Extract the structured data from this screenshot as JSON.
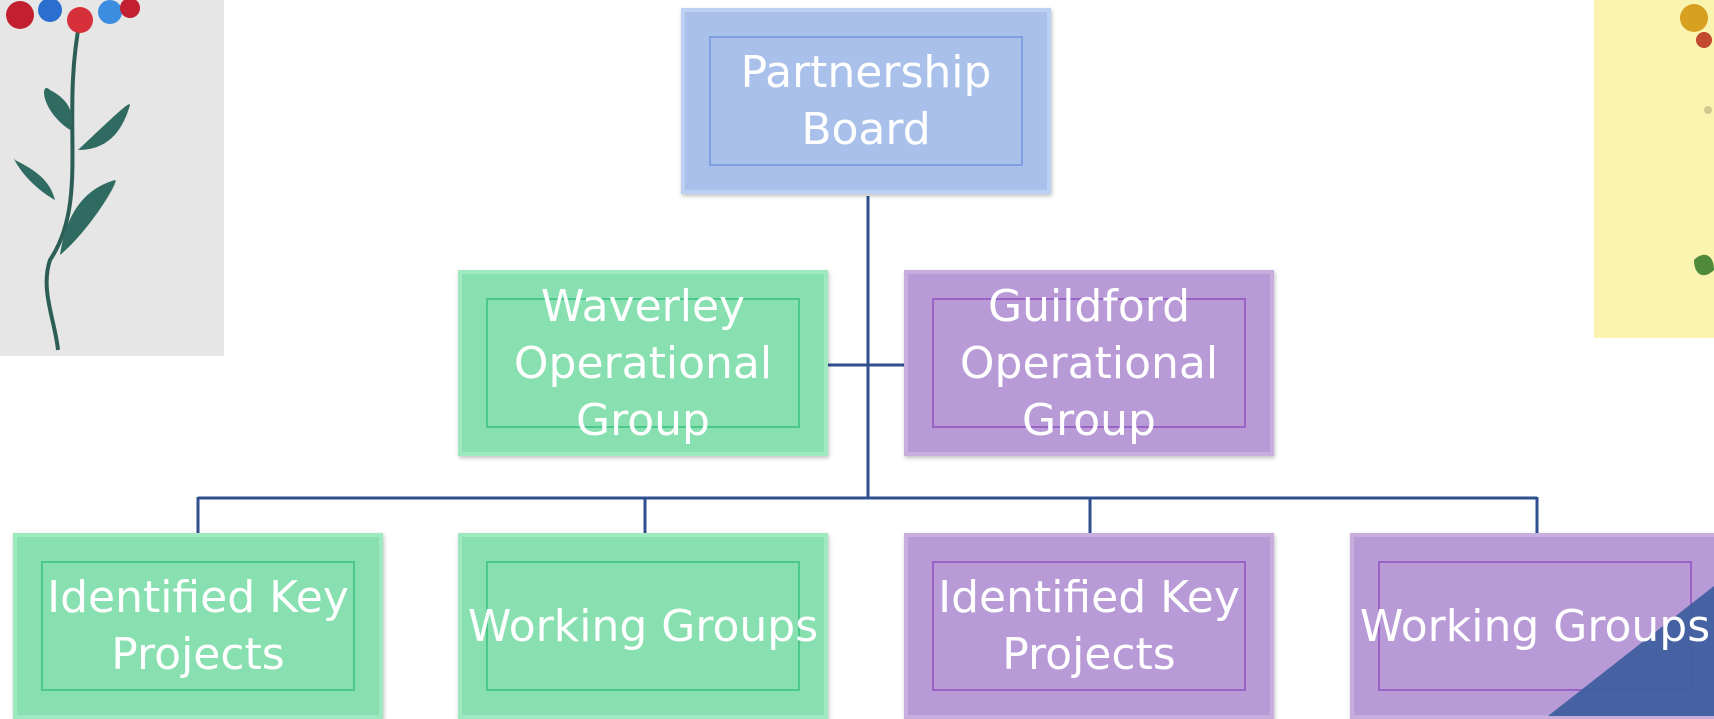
{
  "nodes": {
    "partnership_board": "Partnership\nBoard",
    "waverley_group": "Waverley\nOperational\nGroup",
    "guildford_group": "Guildford\nOperational\nGroup",
    "waverley_projects": "Identified Key\nProjects",
    "waverley_working": "Working Groups",
    "guildford_projects": "Identified Key\nProjects",
    "guildford_working": "Working Groups"
  },
  "colors": {
    "connector": "#2f4f8f",
    "board": "#a9c0ea",
    "waverley": "#88e0b0",
    "guildford": "#b89ad7",
    "corner_accent": "#3f5f9f",
    "right_photo_bg": "#fbf3b0"
  }
}
